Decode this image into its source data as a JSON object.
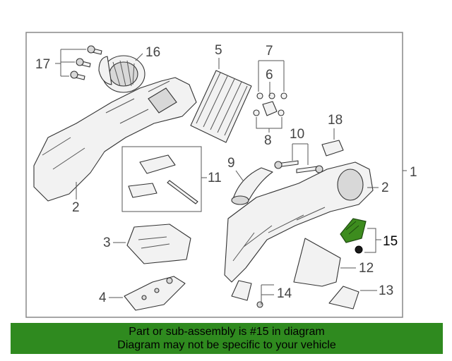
{
  "diagram": {
    "callouts": {
      "c1": "1",
      "c2a": "2",
      "c2b": "2",
      "c3": "3",
      "c4": "4",
      "c5": "5",
      "c6": "6",
      "c7": "7",
      "c8": "8",
      "c9": "9",
      "c10": "10",
      "c11": "11",
      "c12": "12",
      "c13": "13",
      "c14": "14",
      "c15": "15",
      "c16": "16",
      "c17": "17",
      "c18": "18"
    },
    "highlight_part": "15",
    "colors": {
      "highlight_fill": "#3d8c1e",
      "banner_bg": "#2f8a1f",
      "frame": "#888888"
    }
  },
  "banner": {
    "line1": "Part or sub-assembly is #15 in diagram",
    "line2": "Diagram may not be specific to your vehicle"
  }
}
